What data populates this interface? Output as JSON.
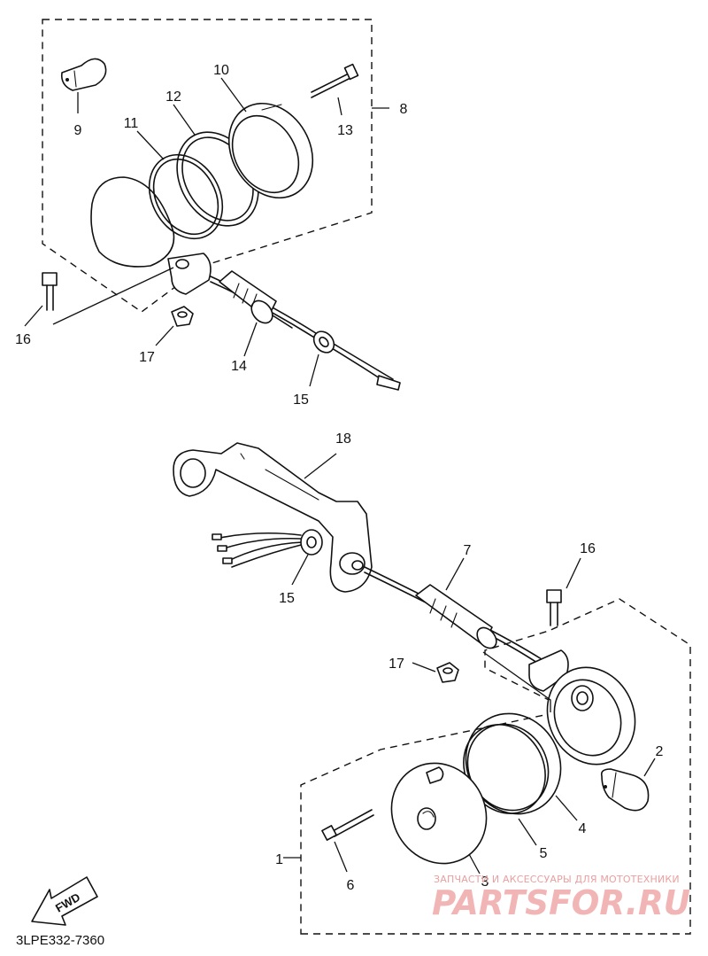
{
  "diagram": {
    "labels": {
      "p1": "1",
      "p2": "2",
      "p3": "3",
      "p4": "4",
      "p5": "5",
      "p6": "6",
      "p7": "7",
      "p8": "8",
      "p9": "9",
      "p10": "10",
      "p11": "11",
      "p12": "12",
      "p13": "13",
      "p14": "14",
      "p15a": "15",
      "p15b": "15",
      "p16a": "16",
      "p16b": "16",
      "p17a": "17",
      "p17b": "17",
      "p18": "18"
    },
    "fwd_label": "FWD",
    "drawing_code": "3LPE332-7360"
  },
  "watermark": {
    "tagline": "ЗАПЧАСТИ И АКСЕССУАРЫ ДЛЯ МОТОТЕХНИКИ",
    "logo": "PARTSFOR.RU"
  },
  "colors": {
    "ink": "#111111",
    "watermark": "#f2b5b5"
  }
}
